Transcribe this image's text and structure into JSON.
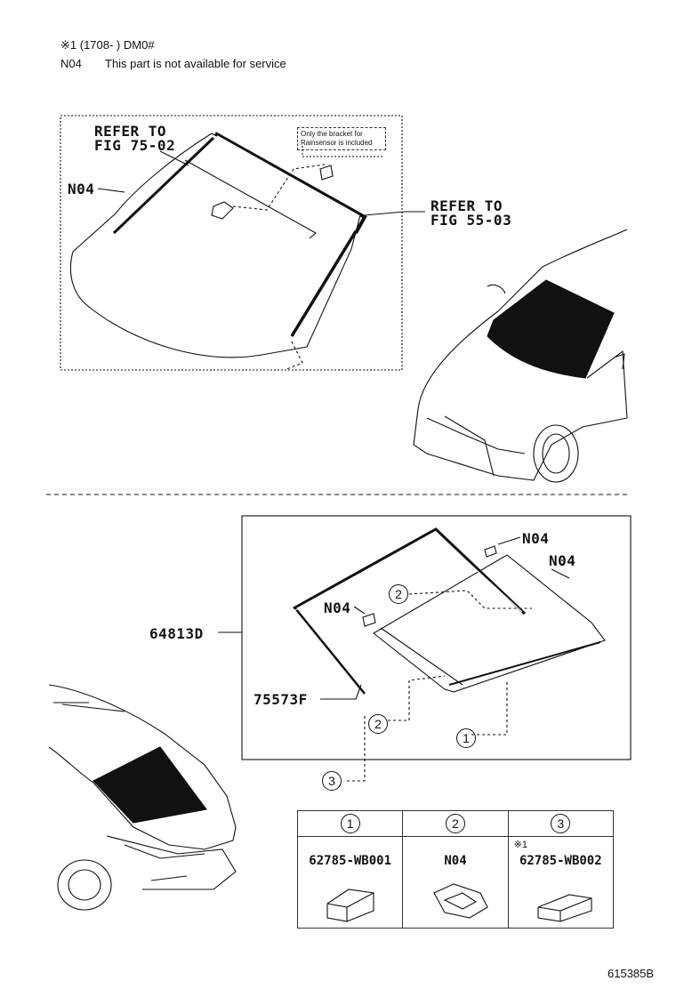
{
  "header": {
    "note1": "※1 (1708-      ) DM0#",
    "code": "N04",
    "code_desc": "This part is not available for service"
  },
  "upper": {
    "refer_a_line1": "REFER TO",
    "refer_a_line2": "FIG 75-02",
    "refer_b_line1": "REFER TO",
    "refer_b_line2": "FIG 55-03",
    "n04": "N04",
    "callout_line1": "Only the bracket for",
    "callout_line2": "Rainsensor is included"
  },
  "lower": {
    "part_64813": "64813D",
    "part_75573": "75573F",
    "n04_a": "N04",
    "n04_b": "N04",
    "n04_c": "N04",
    "c1": "1",
    "c2a": "2",
    "c2b": "2",
    "c3": "3"
  },
  "table": {
    "cols": [
      {
        "num": "1",
        "part": "62785-WB001",
        "note": ""
      },
      {
        "num": "2",
        "part": "N04",
        "note": ""
      },
      {
        "num": "3",
        "part": "62785-WB002",
        "note": "※1"
      }
    ]
  },
  "figure_id": "615385B"
}
